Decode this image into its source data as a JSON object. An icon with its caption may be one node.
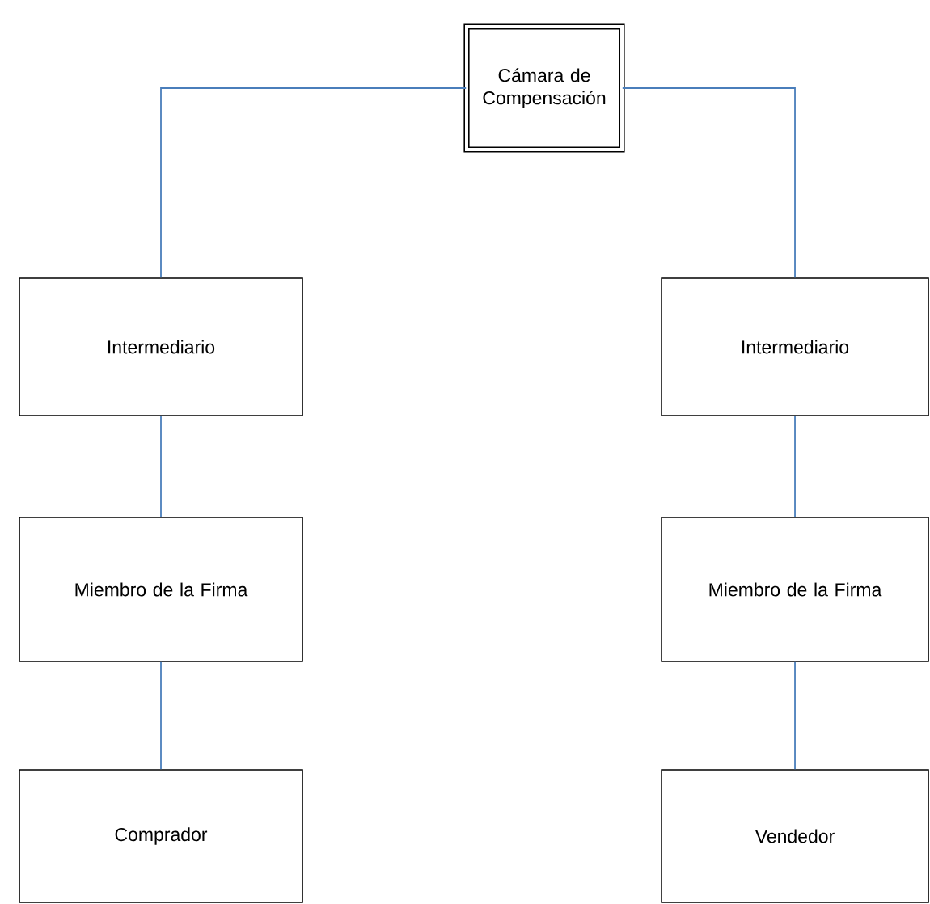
{
  "diagram": {
    "nodes": [
      {
        "text": [
          "Cámara de Compensación"
        ]
      },
      {
        "text": [
          "Intermediario"
        ]
      },
      {
        "text": [
          "Intermediario"
        ]
      },
      {
        "text": [
          "Miembro de la Firma"
        ]
      },
      {
        "text": [
          "Miembro de la Firma"
        ]
      },
      {
        "text": [
          "Comprador"
        ]
      },
      {
        "text": [
          "Vendedor"
        ]
      }
    ],
    "edges": [
      {
        "from": 0,
        "to": 1,
        "arrow": "none"
      },
      {
        "from": 0,
        "to": 2,
        "arrow": "none"
      },
      {
        "from": 1,
        "to": 3,
        "arrow": "none"
      },
      {
        "from": 2,
        "to": 4,
        "arrow": "none"
      },
      {
        "from": 3,
        "to": 5,
        "arrow": "none"
      },
      {
        "from": 4,
        "to": 6,
        "arrow": "none"
      }
    ]
  }
}
